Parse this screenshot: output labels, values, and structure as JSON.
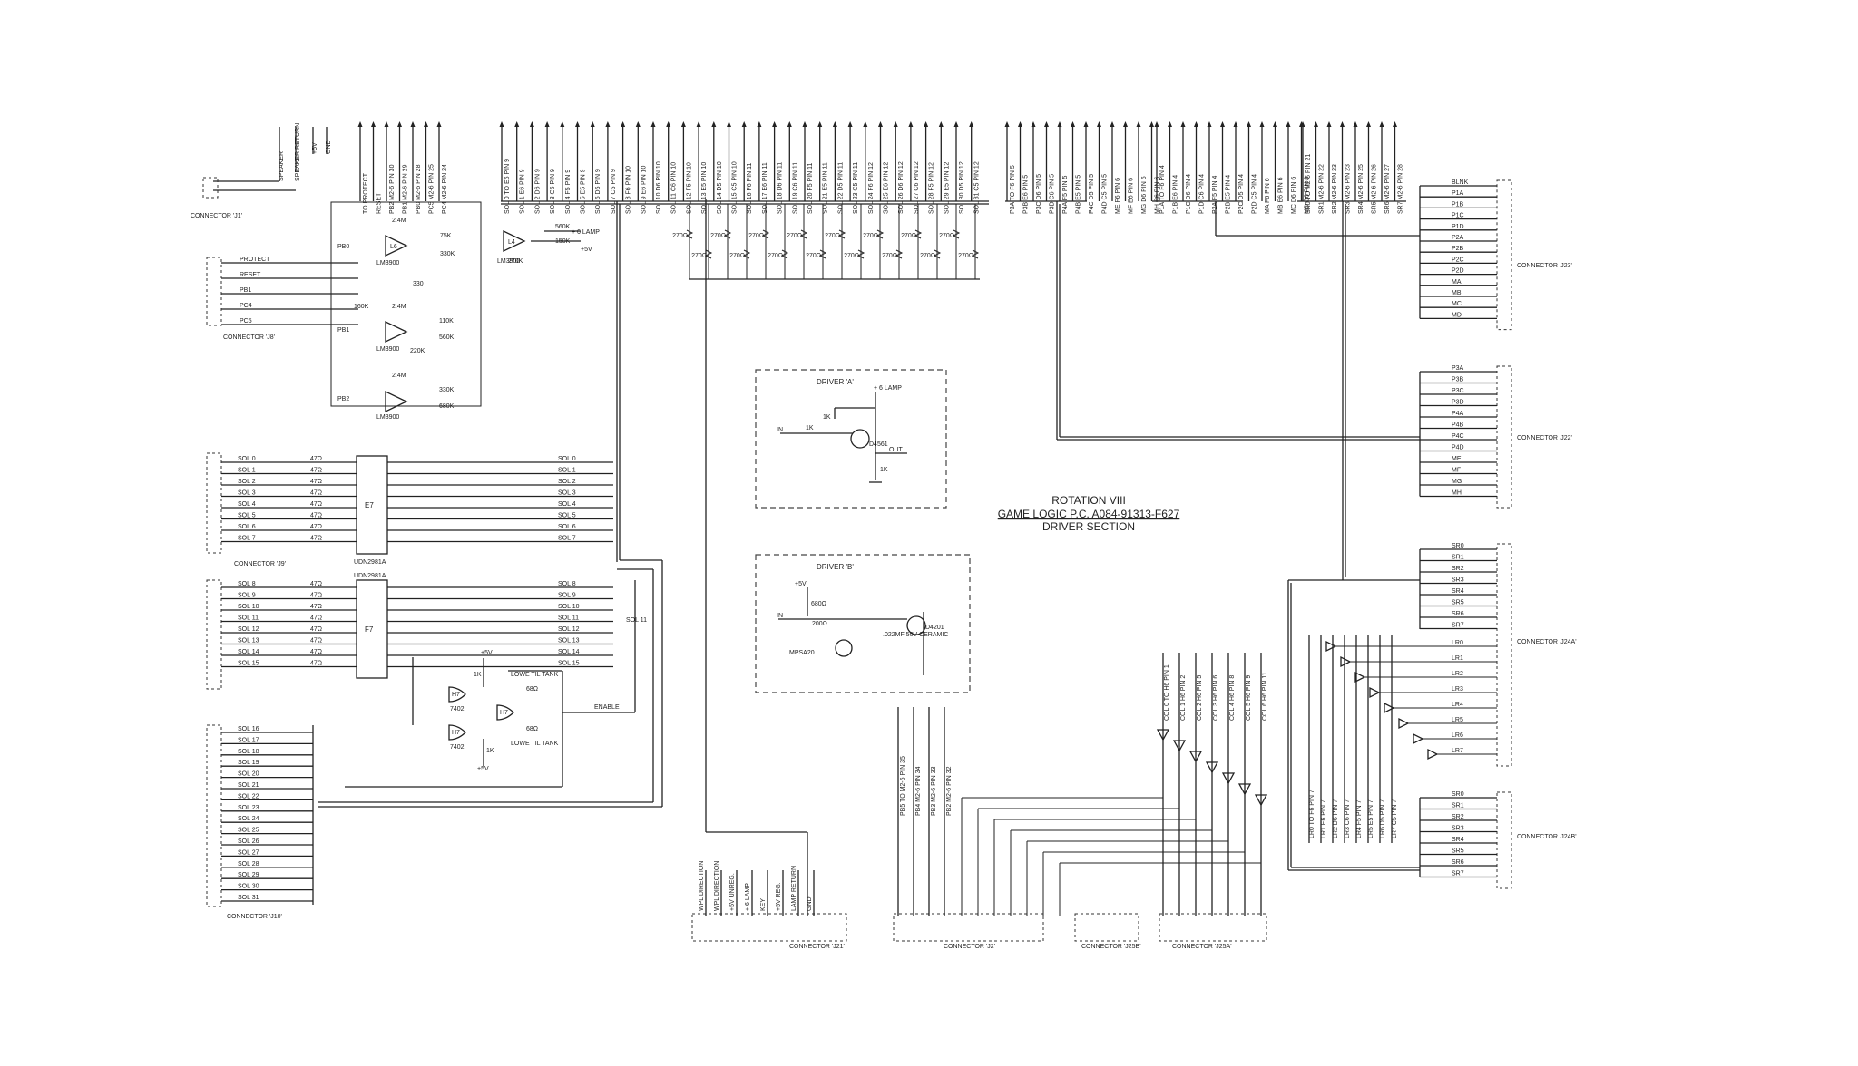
{
  "title": {
    "line1": "ROTATION VIII",
    "line2": "GAME LOGIC P.C. A084-91313-F627",
    "line3": "DRIVER SECTION"
  },
  "drivers": {
    "a": {
      "label": "DRIVER 'A'",
      "transistor": "D4561",
      "supply": "+ 6 LAMP",
      "in": "IN",
      "out": "OUT",
      "r1": "1K",
      "r2": "1K",
      "r3": "1K"
    },
    "b": {
      "label": "DRIVER 'B'",
      "transistor": "D4201",
      "pre": "MPSA20",
      "supply": "+5V",
      "in": "IN",
      "r1": "680Ω",
      "r2": "200Ω",
      "cap": ".022MF 50V CERAMIC"
    }
  },
  "chips": {
    "e7": {
      "ref": "E7",
      "part": "UDN2981A"
    },
    "f7": {
      "ref": "F7",
      "part": "UDN2981A"
    },
    "lm": "LM3900",
    "l6": "L6",
    "h7": "H7",
    "h7part": "7402"
  },
  "connectors": {
    "j1": "CONNECTOR 'J1'",
    "j8": "CONNECTOR 'J8'",
    "j9": "CONNECTOR 'J9'",
    "j10": "CONNECTOR 'J10'",
    "j2": "CONNECTOR 'J2'",
    "j21": "CONNECTOR 'J21'",
    "j23": "CONNECTOR 'J23'",
    "j22": "CONNECTOR 'J22'",
    "j24a": "CONNECTOR 'J24A'",
    "j24b": "CONNECTOR 'J24B'",
    "j25a": "CONNECTOR 'J25A'",
    "j25b": "CONNECTOR 'J25B'"
  },
  "top_power": [
    "SPEAKER",
    "SPEAKER RETURN",
    "+5V",
    "GND"
  ],
  "top_signals_a": [
    "TO PROTECT",
    "RESET",
    "PB2 M2-6 PIN 30",
    "PB1 M2-6 PIN 29",
    "PB0 M2-6 PIN 28",
    "PC5 M2-6 PIN 25",
    "PC4 M2-6 PIN 24"
  ],
  "top_sol": [
    "SOL 0 TO E6 PIN 9",
    "SOL 1 E6 PIN 9",
    "SOL 2 D6 PIN 9",
    "SOL 3 C6 PIN 9",
    "SOL 4 F5 PIN 9",
    "SOL 5 E5 PIN 9",
    "SOL 6 D5 PIN 9",
    "SOL 7 C5 PIN 9",
    "SOL 8 F6 PIN 10",
    "SOL 9 E6 PIN 10",
    "SOL 10 D6 PIN 10",
    "SOL 11 C6 PIN 10",
    "SOL 12 F5 PIN 10",
    "SOL 13 E5 PIN 10",
    "SOL 14 D5 PIN 10",
    "SOL 15 C5 PIN 10",
    "SOL 16 F6 PIN 11",
    "SOL 17 E6 PIN 11",
    "SOL 18 D6 PIN 11",
    "SOL 19 C6 PIN 11",
    "SOL 20 F5 PIN 11",
    "SOL 21 E5 PIN 11",
    "SOL 22 D5 PIN 11",
    "SOL 23 C5 PIN 11",
    "SOL 24 F6 PIN 12",
    "SOL 25 E6 PIN 12",
    "SOL 26 D6 PIN 12",
    "SOL 27 C6 PIN 12",
    "SOL 28 F5 PIN 12",
    "SOL 29 E5 PIN 12",
    "SOL 30 D5 PIN 12",
    "SOL 31 C5 PIN 12"
  ],
  "top_p": [
    "P3A TO F6 PIN 5",
    "P3B E6 PIN 5",
    "P3C D6 PIN 5",
    "P3D C6 PIN 5",
    "P4A F5 PIN 5",
    "P4B E5 PIN 5",
    "P4C D5 PIN 5",
    "P4D C5 PIN 5",
    "ME F6 PIN 6",
    "MF E6 PIN 6",
    "MG D6 PIN 6",
    "MH C6 PIN 6"
  ],
  "top_p2": [
    "P1A TO F6 PIN 4",
    "P1B E6 PIN 4",
    "P1C D6 PIN 4",
    "P1D C6 PIN 4",
    "P2A F5 PIN 4",
    "P2B E5 PIN 4",
    "P2C D5 PIN 4",
    "P2D C5 PIN 4",
    "MA F6 PIN 6",
    "MB E6 PIN 6",
    "MC D6 PIN 6",
    "MD C6 PIN 6"
  ],
  "top_sr": [
    "SR0 TO M2-6 PIN 21",
    "SR1 M2-6 PIN 22",
    "SR2 M2-6 PIN 23",
    "SR3 M2-6 PIN 23",
    "SR4 M2-6 PIN 25",
    "SR5 M2-6 PIN 26",
    "SR6 M2-6 PIN 27",
    "SR7 M2-6 PIN 28"
  ],
  "j8_inputs": [
    "PROTECT",
    "RESET",
    "PB1",
    "PC4",
    "PC5"
  ],
  "sol_lo": [
    "SOL 0",
    "SOL 1",
    "SOL 2",
    "SOL 3",
    "SOL 4",
    "SOL 5",
    "SOL 6",
    "SOL 7"
  ],
  "sol_mid": [
    "SOL 8",
    "SOL 9",
    "SOL 10",
    "SOL 11",
    "SOL 12",
    "SOL 13",
    "SOL 14",
    "SOL 15"
  ],
  "sol_hi": [
    "SOL 16",
    "SOL 17",
    "SOL 18",
    "SOL 19",
    "SOL 20",
    "SOL 21",
    "SOL 22",
    "SOL 23",
    "SOL 24",
    "SOL 25",
    "SOL 26",
    "SOL 27",
    "SOL 28",
    "SOL 29",
    "SOL 30",
    "SOL 31"
  ],
  "j23_pins": [
    "BLNK",
    "P1A",
    "P1B",
    "P1C",
    "P1D",
    "P2A",
    "P2B",
    "P2C",
    "P2D",
    "MA",
    "MB",
    "MC",
    "MD"
  ],
  "j22_pins": [
    "P3A",
    "P3B",
    "P3C",
    "P3D",
    "P4A",
    "P4B",
    "P4C",
    "P4D",
    "ME",
    "MF",
    "MG",
    "MH"
  ],
  "j24a_pins": [
    "SR0",
    "SR1",
    "SR2",
    "SR3",
    "SR4",
    "SR5",
    "SR6",
    "SR7",
    "LR0",
    "LR1",
    "LR2",
    "LR3",
    "LR4",
    "LR5",
    "LR6",
    "LR7"
  ],
  "j24b_pins": [
    "SR0",
    "SR1",
    "SR2",
    "SR3",
    "SR4",
    "SR5",
    "SR6",
    "SR7"
  ],
  "j21_labels": [
    "WPL DIRECTION",
    "WPL DIRECTION",
    "+5V UNREG.",
    "+ 6 LAMP",
    "KEY",
    "+5V REG.",
    "LAMP RETURN",
    "GND"
  ],
  "j2_labels": [
    "PB5 TO M2-6 PIN 35",
    "PB4 M2-6 PIN 34",
    "PB3 M2-6 PIN 33",
    "PB2 M2-6 PIN 32"
  ],
  "col_labels": [
    "COL 0 TO H6 PIN 1",
    "COL 1 H6 PIN 2",
    "COL 2 H6 PIN 5",
    "COL 3 H6 PIN 6",
    "COL 4 H6 PIN 8",
    "COL 5 H6 PIN 9",
    "COL 6 H6 PIN 11"
  ],
  "lr_labels": [
    "LR0 TO F6 PIN 7",
    "LR1 E6 PIN 7",
    "LR2 D6 PIN 7",
    "LR3 C6 PIN 7",
    "LR4 F5 PIN 7",
    "LR5 E5 PIN 7",
    "LR6 D5 PIN 7",
    "LR7 C5 PIN 7"
  ],
  "misc": {
    "r270": "270Ω",
    "r47": "47Ω",
    "r68": "68Ω",
    "enable": "ENABLE",
    "sol11": "SOL 11",
    "r24m": "2.4M",
    "r75k": "75K",
    "r330k": "330K",
    "r560k": "560K",
    "r150k": "150K",
    "r270k": "270K",
    "r330": "330",
    "r160k": "160K",
    "r110k": "110K",
    "r220k": "220K",
    "r680k": "680K",
    "plus6lamp": "+ 6 LAMP",
    "plus5v": "+5V",
    "r1k": "1K",
    "lowe": "LOWE TIL TANK",
    "pb0": "PB0",
    "pb1": "PB1",
    "pb2": "PB2",
    "l6": "L6",
    "l4": "L4"
  }
}
